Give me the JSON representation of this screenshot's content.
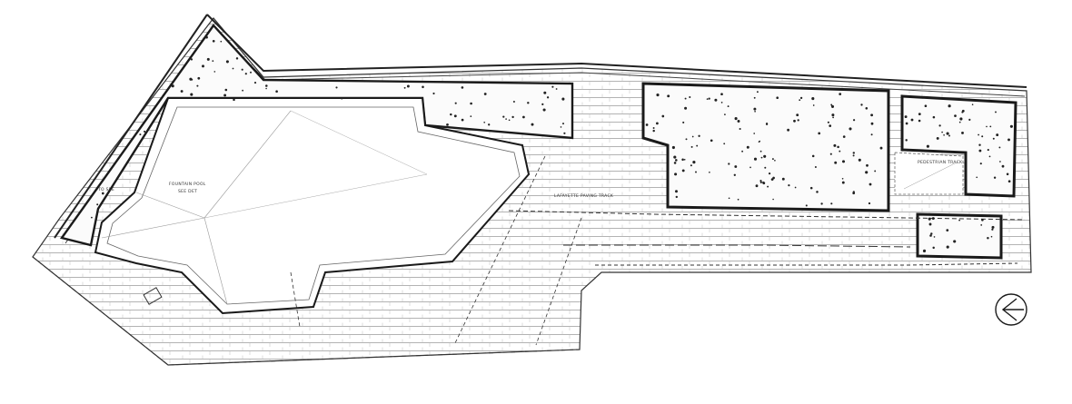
{
  "drawing": {
    "labels": {
      "fountain": "FOUNTAIN POOL",
      "fountain_sub": "SEE DET",
      "lafayette": "LAFAYETTE PAVING TRACK",
      "pedestrian": "PEDESTRIAN TRACK",
      "margin_note": "TO SEE"
    },
    "north_arrow": {
      "icon": "north-arrow-icon"
    },
    "colors": {
      "ink": "#1a1a1a",
      "paper": "#ffffff"
    }
  }
}
